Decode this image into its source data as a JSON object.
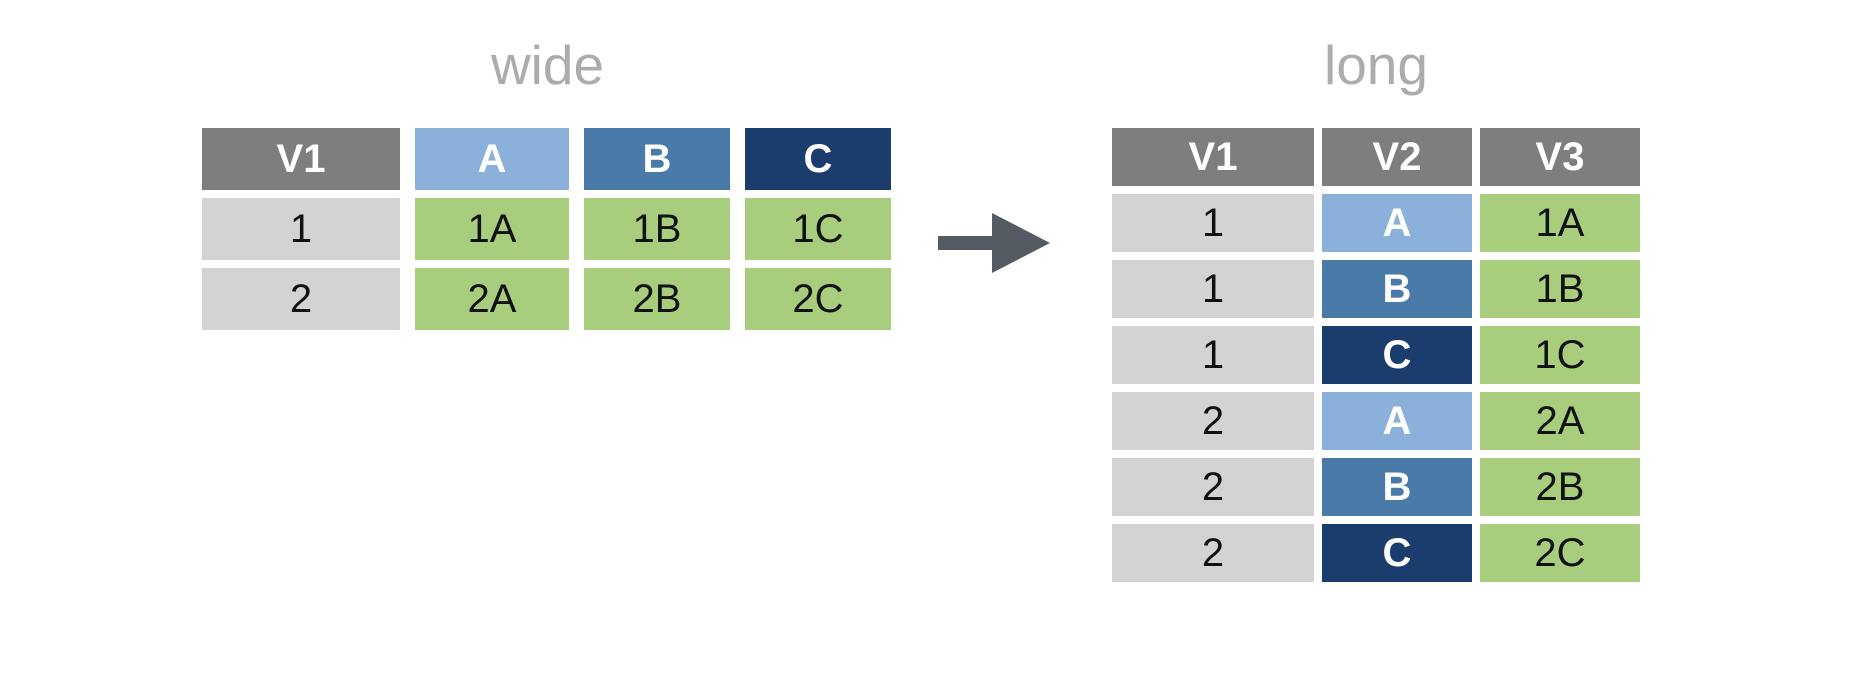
{
  "wide": {
    "title": "wide",
    "columns": [
      "V1",
      "A",
      "B",
      "C"
    ],
    "rows": [
      [
        "1",
        "1A",
        "1B",
        "1C"
      ],
      [
        "2",
        "2A",
        "2B",
        "2C"
      ]
    ]
  },
  "long": {
    "title": "long",
    "columns": [
      "V1",
      "V2",
      "V3"
    ],
    "rows": [
      [
        "1",
        "A",
        "1A"
      ],
      [
        "1",
        "B",
        "1B"
      ],
      [
        "1",
        "C",
        "1C"
      ],
      [
        "2",
        "A",
        "2A"
      ],
      [
        "2",
        "B",
        "2B"
      ],
      [
        "2",
        "C",
        "2C"
      ]
    ]
  },
  "arrow": {
    "icon": "right-arrow",
    "color": "#555B62"
  },
  "colors": {
    "header_gray": "#7E7E7E",
    "cell_gray": "#D3D3D3",
    "green": "#A8CE7D",
    "blue_light": "#8BB1DA",
    "blue_mid": "#4A7AA8",
    "blue_dark": "#1B3D6E",
    "title_gray": "#ACACAC",
    "header_text": "#FFFFFF",
    "cell_text": "#111111"
  }
}
